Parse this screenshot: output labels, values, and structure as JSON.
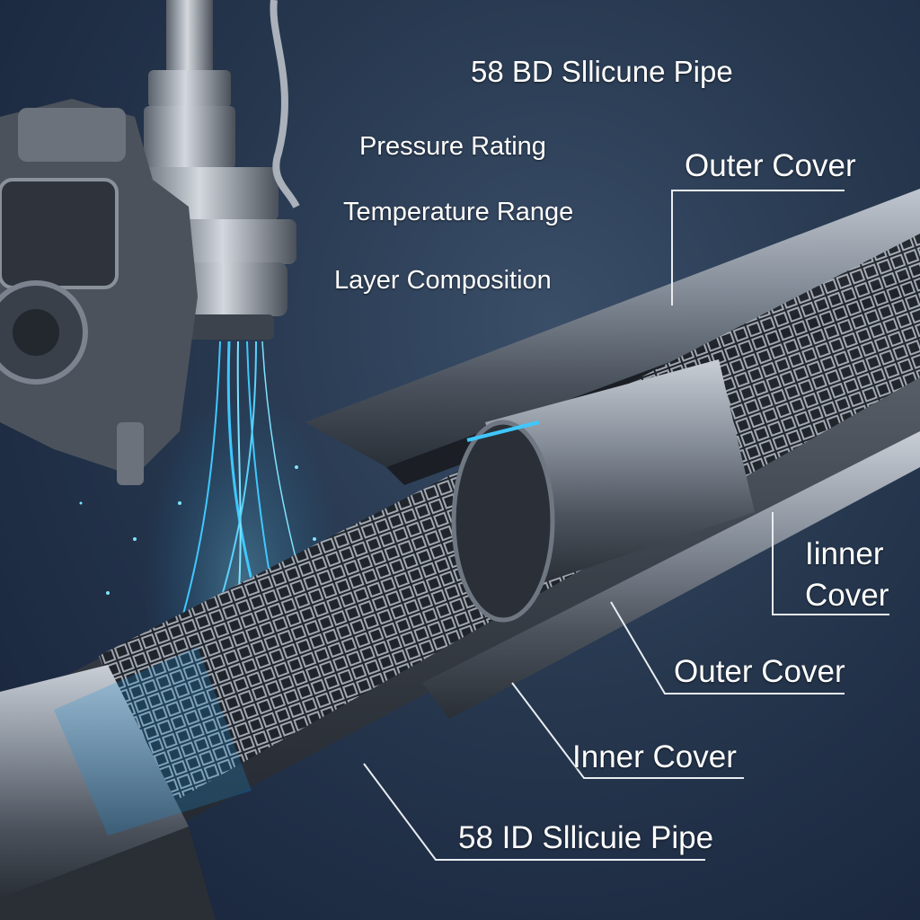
{
  "diagram": {
    "title": "58 BD Sllicune Pipe",
    "specs": [
      "Pressure Rating",
      "Temperature Range",
      "Layer Composition"
    ],
    "callouts": {
      "outer_cover_top": "Outer Cover",
      "inner_cover_right_line1": "Iinner",
      "inner_cover_right_line2": "Cover",
      "outer_cover_mid": "Outer Cover",
      "inner_cover_bottom": "Inner Cover",
      "pipe_bottom": "58 ID Sllicuie Pipe"
    }
  },
  "colors": {
    "background": "#1c2a3f",
    "pipe_metal": "#7c8592",
    "mesh": "#2c3038",
    "glow": "#3fc8ff",
    "label_text": "#ffffff"
  }
}
